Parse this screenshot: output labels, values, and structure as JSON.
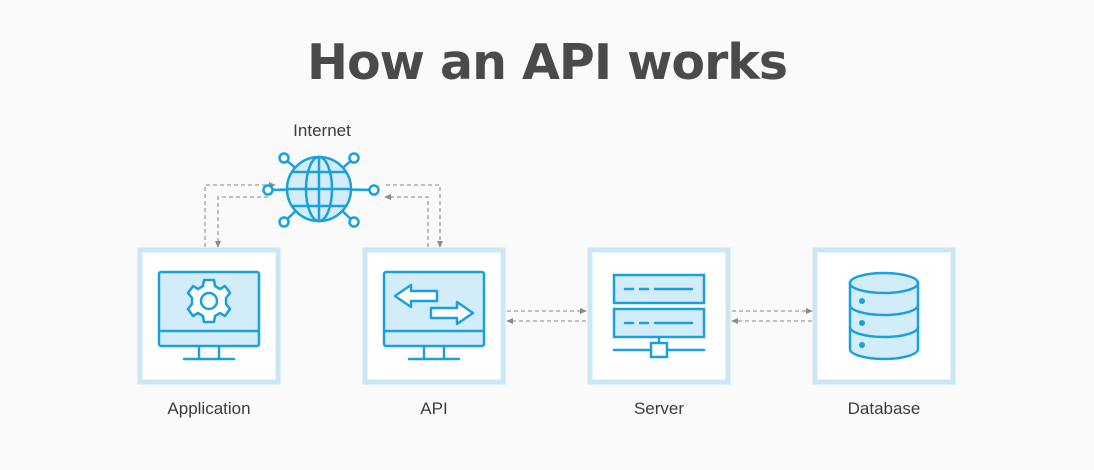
{
  "title": "How an API works",
  "nodes": {
    "internet": {
      "label": "Internet",
      "icon": "globe-icon"
    },
    "application": {
      "label": "Application",
      "icon": "monitor-gear-icon"
    },
    "api": {
      "label": "API",
      "icon": "monitor-arrows-icon"
    },
    "server": {
      "label": "Server",
      "icon": "server-rack-icon"
    },
    "database": {
      "label": "Database",
      "icon": "database-icon"
    }
  },
  "colors": {
    "icon_stroke": "#1aa0dc",
    "icon_fill": "#d3ecf9",
    "box_border": "#cbe7f6",
    "connector": "#9e9e9e",
    "title": "#4a4a4d"
  }
}
